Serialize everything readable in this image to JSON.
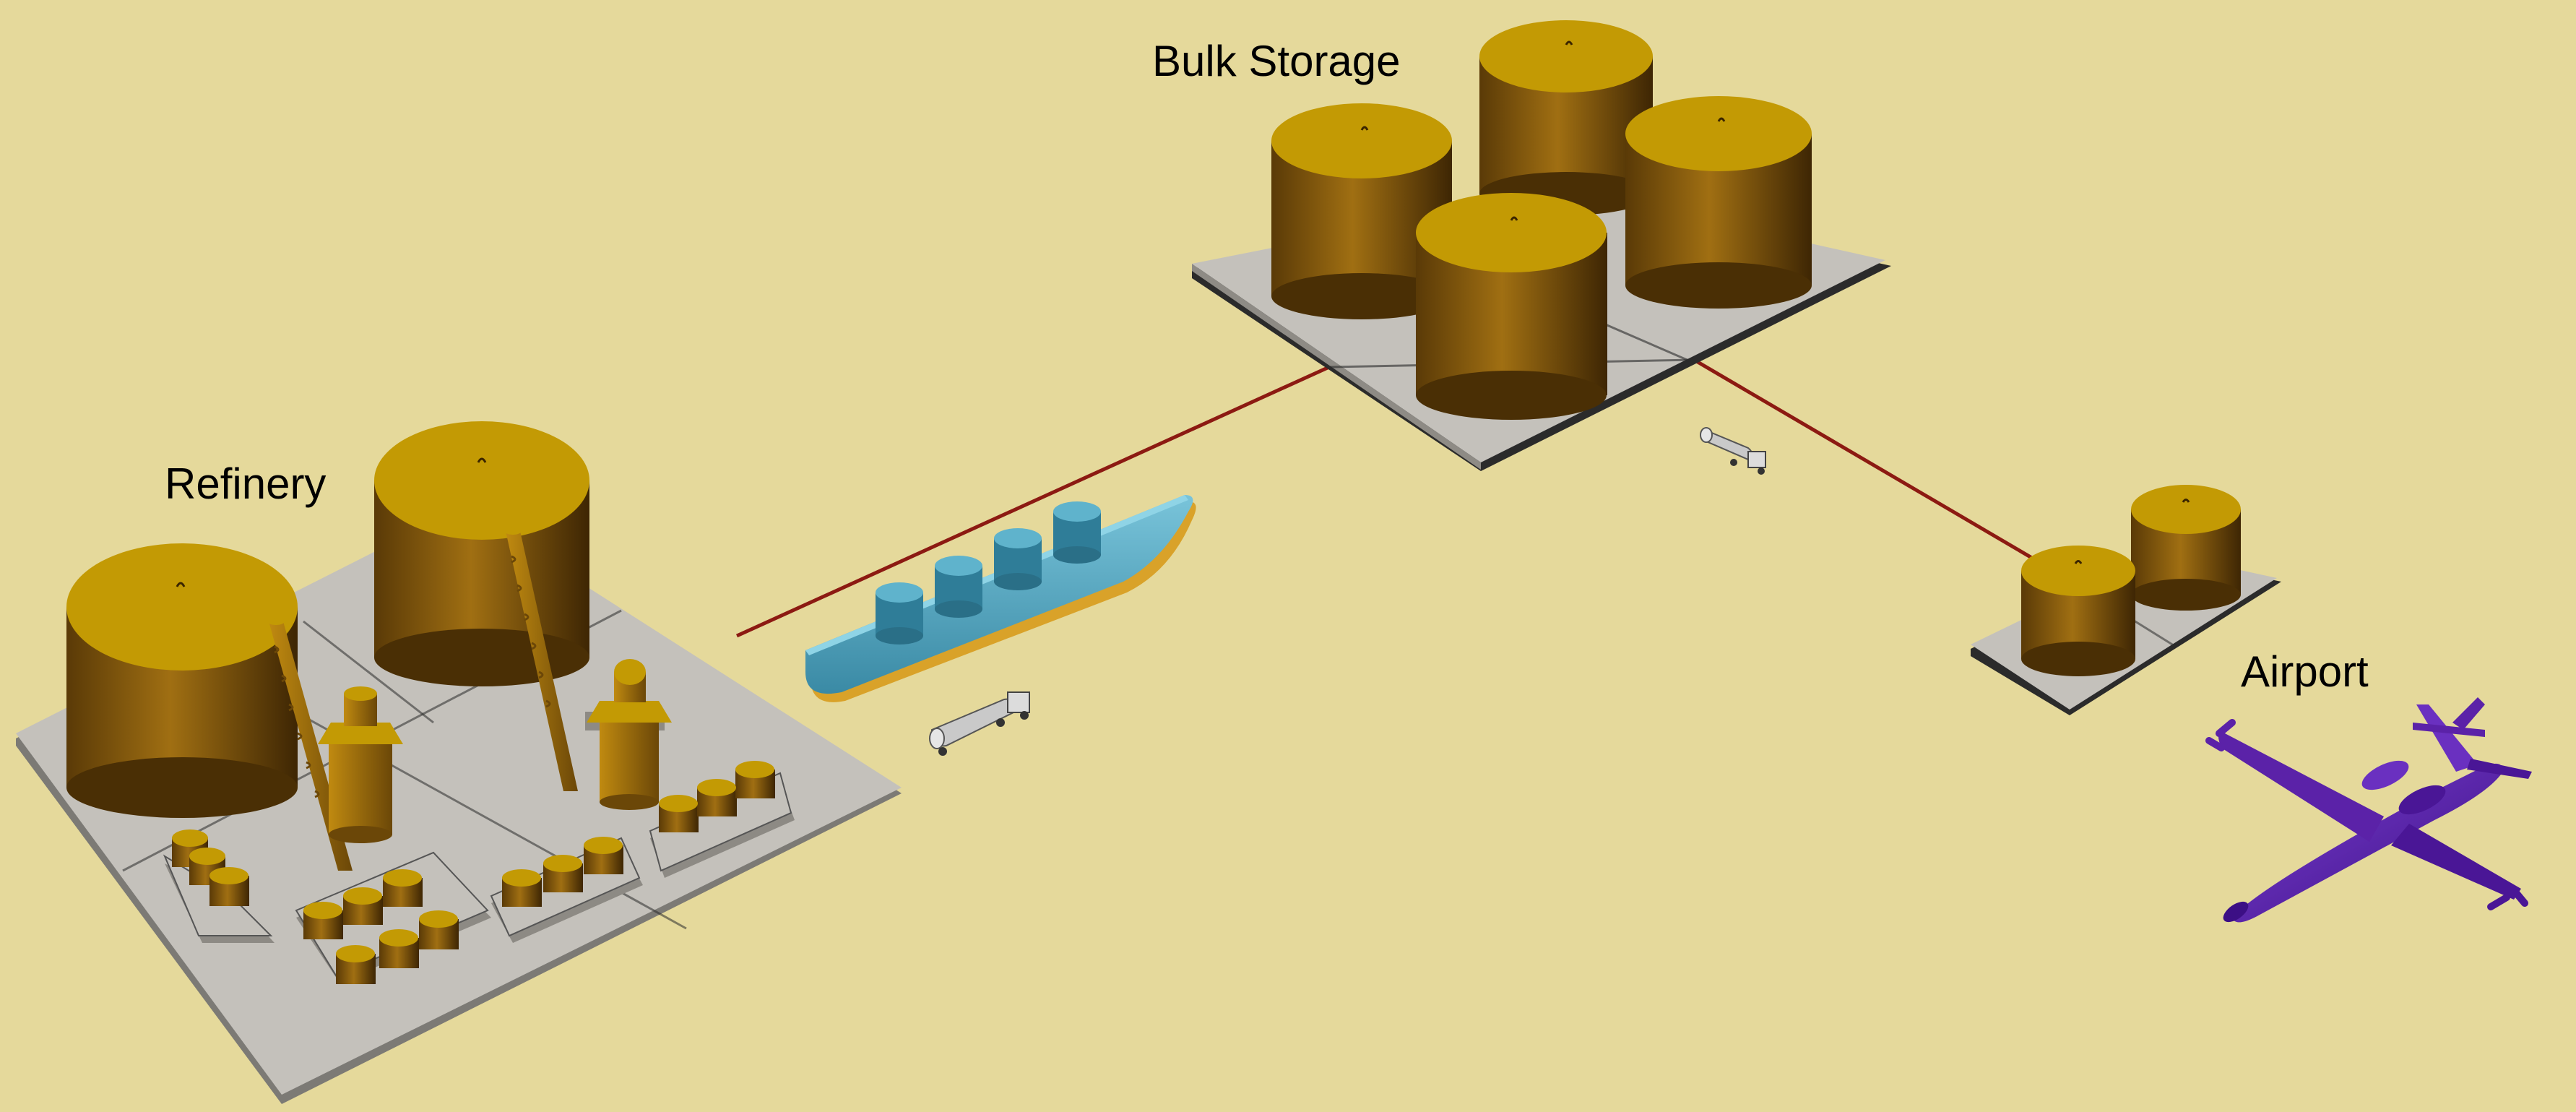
{
  "labels": {
    "refinery": "Refinery",
    "bulk_storage": "Bulk Storage",
    "airport": "Airport"
  },
  "colors": {
    "background": "#e5d99b",
    "pad_top": "#c4c1bb",
    "pad_edge": "#2b2b2b",
    "tank_top": "#c39a04",
    "tank_side_light": "#9a6a10",
    "tank_side_dark": "#4a2f05",
    "pipeline": "#8c1a12",
    "ship_hull": "#5fb3cc",
    "ship_keel": "#d9a229",
    "aircraft": "#5b22a8",
    "truck": "#c9c9c9"
  },
  "icons": [
    "refinery-tank-icon",
    "distillation-column-icon",
    "tanker-ship-icon",
    "tanker-truck-icon",
    "storage-tank-icon",
    "aircraft-icon"
  ]
}
